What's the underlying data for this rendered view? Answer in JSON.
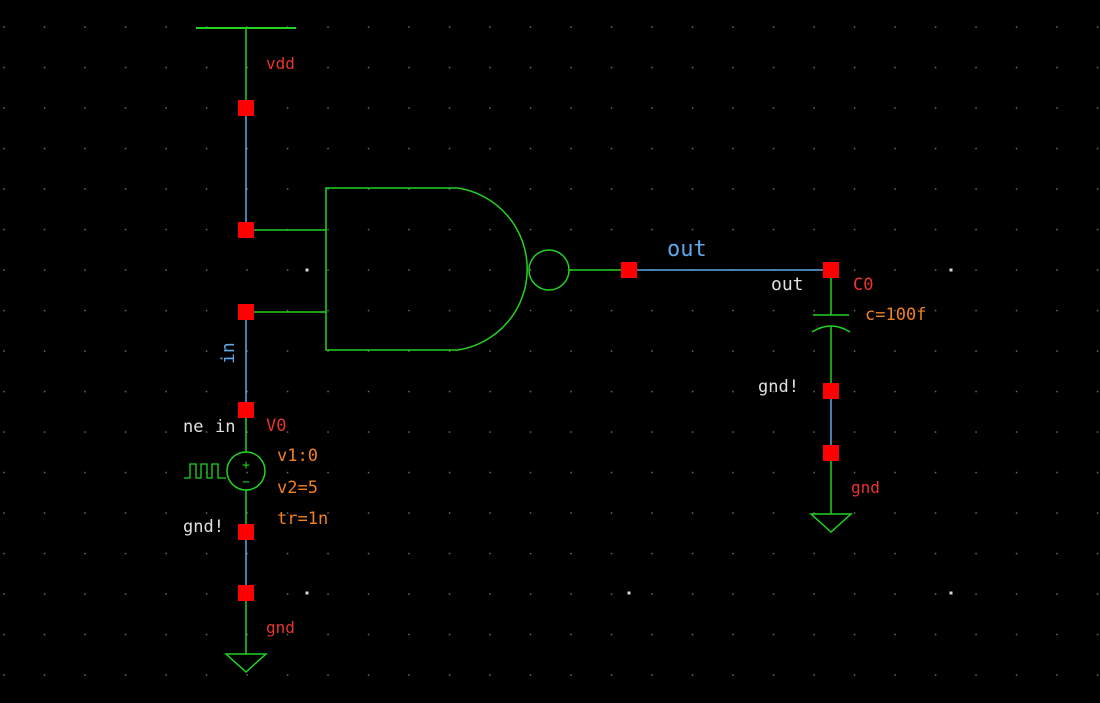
{
  "colors": {
    "background": "#000000",
    "grid_dot": "#6a6a6a",
    "grid_dot_major": "#d8d8d8",
    "wire": "#5fa8e8",
    "device": "#22d322",
    "pin": "#ff0000",
    "label_red": "#e8342c",
    "label_orange": "#f08020",
    "label_white": "#e0e0e0",
    "label_blue": "#5fa8e8"
  },
  "labels": {
    "vdd": "vdd",
    "in_net": "in",
    "out_net": "out",
    "out_pin": "out",
    "v0_name": "V0",
    "v0_ne": "ne",
    "v0_in": "in",
    "v0_gnd": "gnd!",
    "v0_v1": "v1:0",
    "v0_v2": "v2=5",
    "v0_tr": "tr=1n",
    "gnd_left": "gnd",
    "c0_name": "C0",
    "c0_value": "c=100f",
    "c0_gnd": "gnd!",
    "gnd_right": "gnd",
    "plus": "+",
    "minus": "−"
  },
  "icons": {
    "nand_gate": "nand-gate-symbol",
    "source": "pulse-voltage-source-symbol",
    "capacitor": "capacitor-symbol",
    "vdd": "vdd-rail-symbol",
    "ground": "ground-symbol"
  }
}
